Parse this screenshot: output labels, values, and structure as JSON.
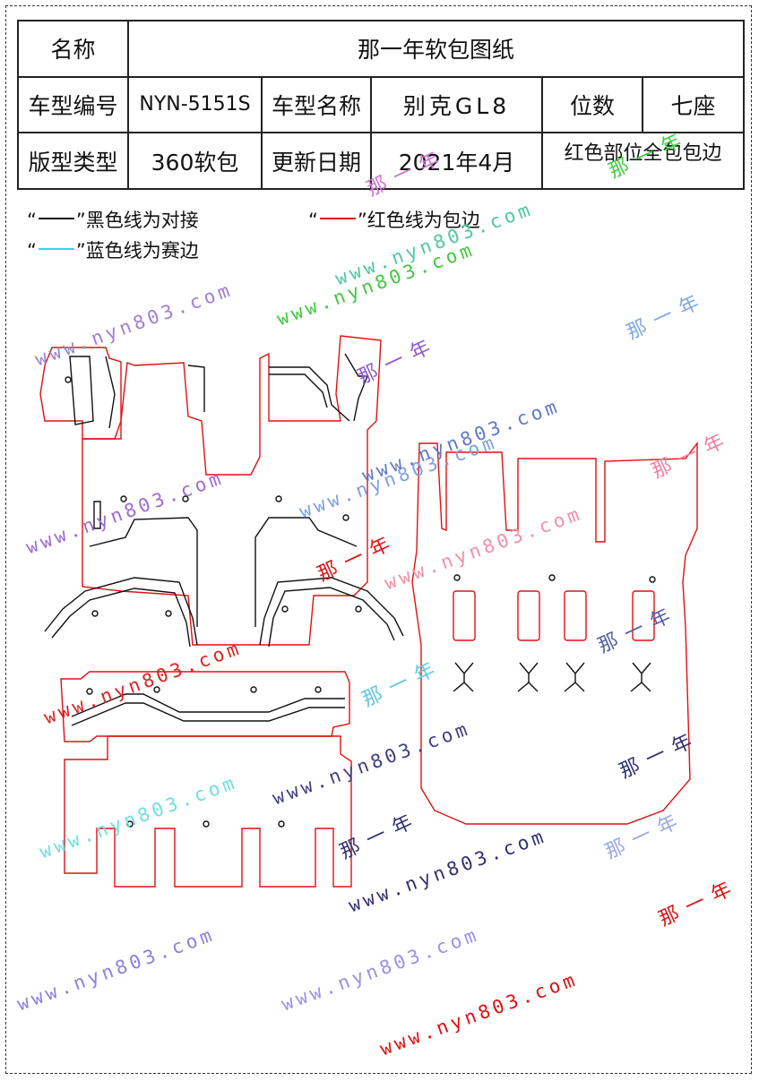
{
  "info_table": {
    "name_label": "名称",
    "title": "那一年软包图纸",
    "model_code_label": "车型编号",
    "model_code": "NYN-5151S",
    "model_name_label": "车型名称",
    "model_name": "别克GL8",
    "seats_label": "位数",
    "seats": "七座",
    "version_type_label": "版型类型",
    "version_type": "360软包",
    "update_date_label": "更新日期",
    "update_date": "2021年4月",
    "note": "红色部位全包包边"
  },
  "legend": {
    "quote_open": "“",
    "quote_close": "”",
    "black_line": "黑色线为对接",
    "red_line": "红色线为包边",
    "blue_line": "蓝色线为赛边",
    "black_color": "#111111",
    "red_color": "#e01010",
    "blue_color": "#30d8e8"
  },
  "watermarks": {
    "url": "www.nyn803.com",
    "brand": "那一年"
  }
}
